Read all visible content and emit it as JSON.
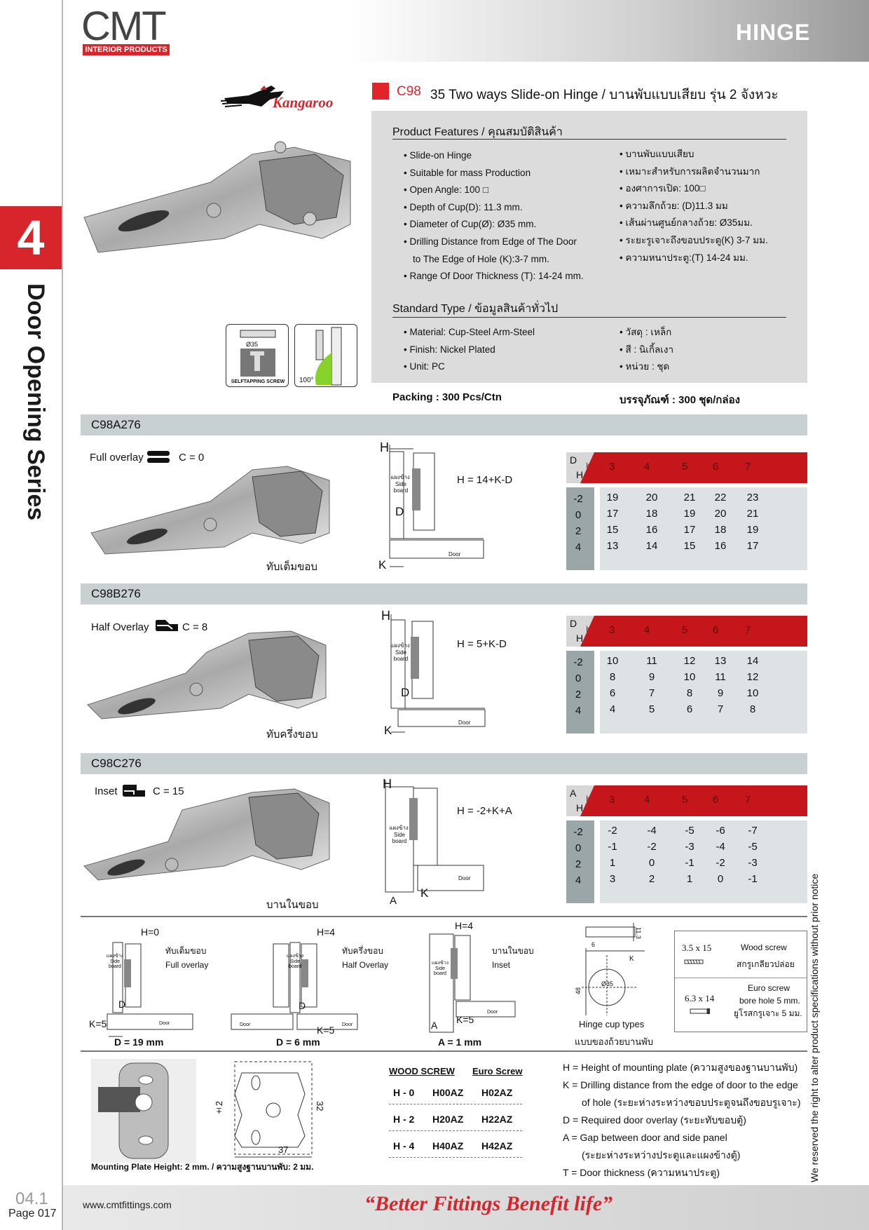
{
  "header": {
    "brand": "CMT",
    "brand_sub": "INTERIOR PRODUCTS",
    "title": "HINGE"
  },
  "sidebar": {
    "chapter": "4",
    "series": "Door Opening Series",
    "page_code": "04.1",
    "page_label": "Page 017",
    "right_note": "We reserved the right to alter product specifications without prior notice"
  },
  "product": {
    "brand_logo": "Kangaroo",
    "code": "C98",
    "title": "35 Two ways Slide-on Hinge / บานพับแบบเสียบ รุ่น 2 จังหวะ",
    "icons": {
      "cup": "Ø35",
      "screw": "SELFTAPPING SCREW",
      "angle": "100°"
    }
  },
  "features": {
    "title": "Product Features / คุณสมบัติสินค้า",
    "en": [
      "Slide-on Hinge",
      "Suitable for mass Production",
      "Open Angle:   100 □",
      "Depth of Cup(D): 11.3 mm.",
      "Diameter of Cup(Ø): Ø35 mm.",
      "Drilling Distance from Edge of The Door",
      "to The Edge of Hole (K):3-7 mm.",
      "Range Of Door Thickness (T): 14-24 mm."
    ],
    "th": [
      "บานพับแบบเสียบ",
      "เหมาะสำหรับการผลิตจำนวนมาก",
      "องศาการเปิด:  100□",
      "ความลึกถ้วย: (D)11.3 มม",
      "เส้นผ่านศูนย์กลางถ้วย: Ø35มม.",
      "ระยะรูเจาะถึงขอบประตู(K) 3-7 มม.",
      "ความหนาประตู:(T) 14-24 มม."
    ]
  },
  "standard": {
    "title": "Standard Type / ข้อมูลสินค้าทั่วไป",
    "en": [
      "Material: Cup-Steel Arm-Steel",
      "Finish:  Nickel Plated",
      "Unit:  PC"
    ],
    "th": [
      "วัสดุ : เหล็ก",
      "สี : นิเกิ้ลเงา",
      "หน่วย : ชุด"
    ]
  },
  "packing": {
    "en": "Packing : 300 Pcs/Ctn",
    "th": "บรรจุภัณฑ์ : 300 ชุด/กล่อง"
  },
  "variants": [
    {
      "code": "C98A276",
      "overlay": "Full overlay",
      "c_value": "C = 0",
      "thai": "ทับเต็มขอบ",
      "formula": "H = 14+K-D",
      "corner": "D",
      "dims": {
        "h": "H",
        "d": "D",
        "k": "K",
        "side_board_th": "แผงข้าง",
        "side_board": "Side board",
        "door": "Door"
      },
      "cols": [
        "3",
        "4",
        "5",
        "6",
        "7"
      ],
      "rows": [
        {
          "label": "-2",
          "values": [
            "19",
            "20",
            "21",
            "22",
            "23"
          ]
        },
        {
          "label": "0",
          "values": [
            "17",
            "18",
            "19",
            "20",
            "21"
          ]
        },
        {
          "label": "2",
          "values": [
            "15",
            "16",
            "17",
            "18",
            "19"
          ]
        },
        {
          "label": "4",
          "values": [
            "13",
            "14",
            "15",
            "16",
            "17"
          ]
        }
      ]
    },
    {
      "code": "C98B276",
      "overlay": "Half Overlay",
      "c_value": "C = 8",
      "thai": "ทับครึ่งขอบ",
      "formula": "H = 5+K-D",
      "corner": "D",
      "dims": {
        "h": "H",
        "d": "D",
        "k": "K",
        "side_board_th": "แผงข้าง",
        "side_board": "Side board",
        "door": "Door"
      },
      "cols": [
        "3",
        "4",
        "5",
        "6",
        "7"
      ],
      "rows": [
        {
          "label": "-2",
          "values": [
            "10",
            "11",
            "12",
            "13",
            "14"
          ]
        },
        {
          "label": "0",
          "values": [
            "8",
            "9",
            "10",
            "11",
            "12"
          ]
        },
        {
          "label": "2",
          "values": [
            "6",
            "7",
            "8",
            "9",
            "10"
          ]
        },
        {
          "label": "4",
          "values": [
            "4",
            "5",
            "6",
            "7",
            "8"
          ]
        }
      ]
    },
    {
      "code": "C98C276",
      "overlay": "Inset",
      "c_value": "C = 15",
      "thai": "บานในขอบ",
      "formula": "H = -2+K+A",
      "corner": "A",
      "dims": {
        "h": "H",
        "a": "A",
        "k": "K",
        "side_board_th": "แผงข้าง",
        "side_board": "Side board",
        "door": "Door"
      },
      "cols": [
        "3",
        "4",
        "5",
        "6",
        "7"
      ],
      "rows": [
        {
          "label": "-2",
          "values": [
            "-2",
            "-4",
            "-5",
            "-6",
            "-7"
          ]
        },
        {
          "label": "0",
          "values": [
            "-1",
            "-2",
            "-3",
            "-4",
            "-5"
          ]
        },
        {
          "label": "2",
          "values": [
            "1",
            "0",
            "-1",
            "-2",
            "-3"
          ]
        },
        {
          "label": "4",
          "values": [
            "3",
            "2",
            "1",
            "0",
            "-1"
          ]
        }
      ],
      "k_mark": "K"
    }
  ],
  "corner_k": "K",
  "corner_h": "H",
  "diagrams": [
    {
      "h": "H=0",
      "th": "ทับเต็มขอบ",
      "en": "Full overlay",
      "k": "K=5",
      "d_label": "D",
      "bottom": "D = 19 mm",
      "side_th": "แผงข้าง",
      "side_en": "Side board",
      "door": "Door"
    },
    {
      "h": "H=4",
      "th": "ทับครึ่งขอบ",
      "en": "Half Overlay",
      "k": "K=5",
      "d_label": "D",
      "bottom": "D = 6 mm",
      "side_th": "แผงข้าง",
      "side_en": "Side board",
      "door": "Door",
      "door2": "Door"
    },
    {
      "h": "H=4",
      "th": "บานในขอบ",
      "en": "Inset",
      "k": "K=5",
      "a_label": "A",
      "bottom": "A = 1 mm",
      "side_th": "แผงข้าง",
      "side_en": "Side board",
      "door": "Door"
    }
  ],
  "cup_types": {
    "en": "Hinge cup types",
    "th": "แบบของถ้วยบานพับ",
    "dims": {
      "depth": "11.3",
      "offset": "6",
      "height": "48",
      "dia": "Ø35",
      "k": "K"
    }
  },
  "screws": [
    {
      "size": "3.5 x 15",
      "name": "Wood screw",
      "desc": "สกรูเกลียวปล่อย"
    },
    {
      "size": "6.3 x 14",
      "name": "Euro screw",
      "desc": "bore hole 5 mm.",
      "desc2": "ยูโรสกรูเจาะ 5 มม."
    }
  ],
  "mounting": {
    "caption": "Mounting Plate Height: 2 mm.  / ความสูงฐานบานพับ: 2 มม.",
    "dim_pm": "±2",
    "dim_32": "32",
    "dim_37": "37"
  },
  "codes": {
    "headers": [
      "WOOD SCREW",
      "Euro Screw"
    ],
    "rows": [
      {
        "label": "H - 0",
        "wood": "H00AZ",
        "euro": "H02AZ"
      },
      {
        "label": "H - 2",
        "wood": "H20AZ",
        "euro": "H22AZ"
      },
      {
        "label": "H - 4",
        "wood": "H40AZ",
        "euro": "H42AZ"
      }
    ]
  },
  "legend": [
    "H = Height of mounting plate (ความสูงของฐานบานพับ)",
    "K = Drilling distance from the edge of door to the edge",
    "of hole (ระยะห่างระหว่างขอบประตูจนถึงขอบรูเจาะ)",
    "D = Required door overlay (ระยะทับขอบตู้)",
    "A = Gap between door and side panel",
    "(ระยะห่างระหว่างประตูและแผงข้างตู้)",
    "T = Door thickness (ความหนาประตู)"
  ],
  "footer": {
    "url": "www.cmtfittings.com",
    "slogan": "“Better Fittings Benefit life”"
  },
  "colors": {
    "brand_red": "#d7262b",
    "table_red": "#c5161c",
    "panel_grey": "#dcdcdc",
    "section_bar": "#c8d0d1"
  }
}
